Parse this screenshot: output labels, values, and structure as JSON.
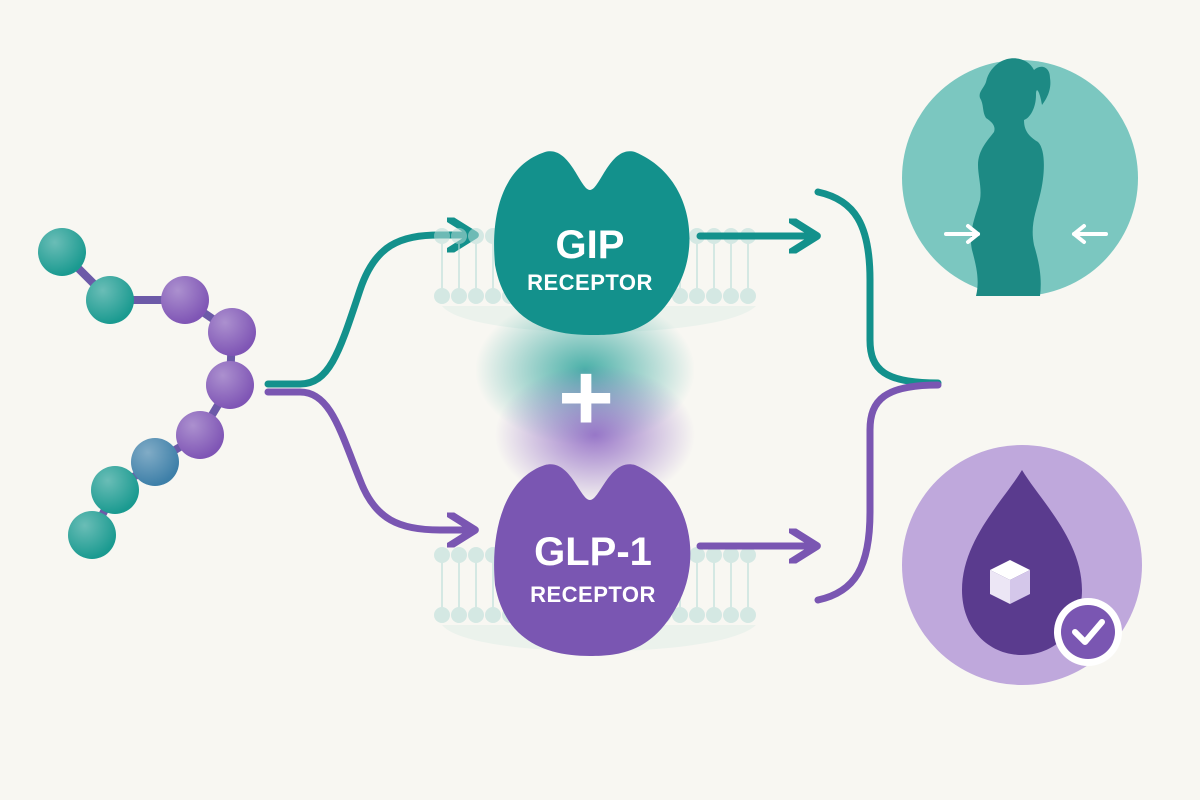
{
  "receptors": {
    "gip": {
      "title": "GIP",
      "subtitle": "RECEPTOR",
      "color": "#13918c"
    },
    "glp1": {
      "title": "GLP-1",
      "subtitle": "RECEPTOR",
      "color": "#7a56b2"
    }
  },
  "combination_symbol": "+",
  "peptide_chain": {
    "bead_colors": [
      "#1a9a90",
      "#1a9a90",
      "#7f55b5",
      "#7f55b5",
      "#7f55b5",
      "#7f55b5",
      "#3d7fa8",
      "#1a9a90",
      "#1a9a90"
    ]
  },
  "outcomes": [
    {
      "icon": "body-silhouette-waist-reduction-icon",
      "background": "#7bc7c0"
    },
    {
      "icon": "blood-drop-sugar-cube-check-icon",
      "background": "#bfa8dc"
    }
  ],
  "colors": {
    "teal": "#13918c",
    "teal_light": "#7bc7c0",
    "purple": "#7a56b2",
    "purple_light": "#bfa8dc",
    "background": "#f8f7f2"
  }
}
